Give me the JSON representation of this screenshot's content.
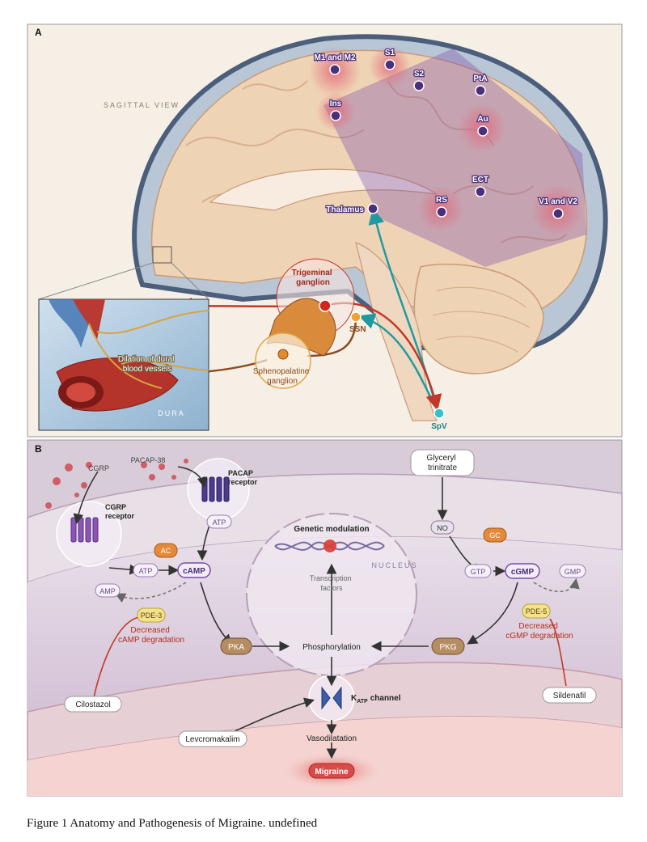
{
  "panel_a": {
    "label": "A",
    "view_label": "SAGITTAL VIEW",
    "regions": {
      "m1m2": "M1 and M2",
      "s1": "S1",
      "s2": "S2",
      "pta": "PtA",
      "ins": "Ins",
      "au": "Au",
      "ect": "ECT",
      "rs": "RS",
      "v1v2": "V1 and V2",
      "thalamus": "Thalamus"
    },
    "trigeminal_ganglion": [
      "Trigeminal",
      "ganglion"
    ],
    "ssn": "SSN",
    "sphenopalatine_ganglion": [
      "Sphenopalatine",
      "ganglion"
    ],
    "spv": "SpV",
    "dilation": [
      "Dilation of dural",
      "blood vessels"
    ],
    "dura": "DURA"
  },
  "panel_b": {
    "label": "B",
    "cgrp": "CGRP",
    "pacap38": "PACAP-38",
    "cgrp_receptor": [
      "CGRP",
      "receptor"
    ],
    "pacap_receptor": [
      "PACAP",
      "receptor"
    ],
    "ac": "AC",
    "atp_left": "ATP",
    "atp_top": "ATP",
    "camp": "cAMP",
    "amp": "AMP",
    "pde3": "PDE-3",
    "decreased_camp": [
      "Decreased",
      "cAMP degradation"
    ],
    "pka": "PKA",
    "cilostazol": "Cilostazol",
    "genetic_modulation": "Genetic modulation",
    "nucleus": "NUCLEUS",
    "transcription": [
      "Transcription",
      "factors"
    ],
    "phosphorylation": "Phosphorylation",
    "katp_k": "K",
    "katp_sub": "ATP",
    "katp_channel": "channel",
    "vasodilatation": "Vasodilatation",
    "migraine": "Migraine",
    "levcromakalim": "Levcromakalim",
    "glyceryl": [
      "Glyceryl",
      "trinitrate"
    ],
    "no": "NO",
    "gc": "GC",
    "gtp": "GTP",
    "cgmp": "cGMP",
    "gmp": "GMP",
    "pde5": "PDE-5",
    "decreased_cgmp": [
      "Decreased",
      "cGMP degradation"
    ],
    "pkg": "PKG",
    "sildenafil": "Sildenafil"
  },
  "caption": "Figure 1 Anatomy and Pathogenesis of Migraine. undefined",
  "colors": {
    "node_purple": "#4a2f7a",
    "red_arrow": "#c0392b",
    "teal_arrow": "#1f9aa0",
    "orange": "#d9822b",
    "frame_bg": "#f6efe6",
    "panel_b_bg": "#d8ccd9"
  }
}
